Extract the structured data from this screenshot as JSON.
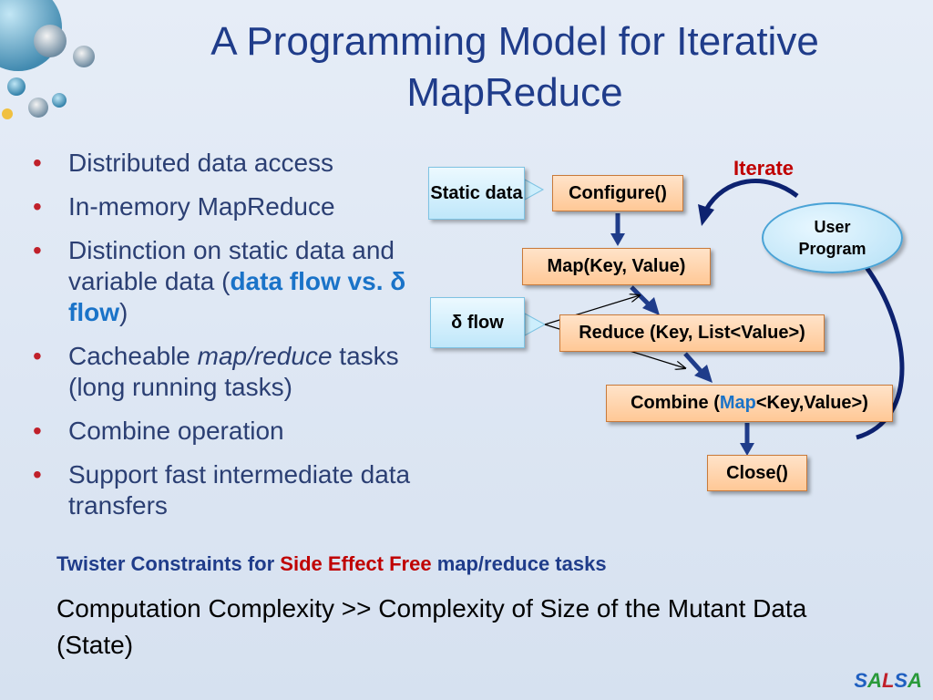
{
  "slide": {
    "title": "A Programming Model for Iterative MapReduce",
    "bullets": [
      {
        "text": "Distributed data access"
      },
      {
        "text": "In-memory MapReduce"
      },
      {
        "pre": "Distinction on static data and variable data (",
        "hl": "data flow vs. δ flow",
        "post": ")"
      },
      {
        "pre": "Cacheable ",
        "em": "map/reduce",
        "post": " tasks (long running tasks)"
      },
      {
        "text": "Combine operation"
      },
      {
        "text": "Support fast intermediate data transfers"
      }
    ],
    "constraints": {
      "part1": "Twister Constraints for ",
      "part2": "Side Effect Free",
      "part3": " map/reduce tasks"
    },
    "complexity": "Computation Complexity >> Complexity of Size of the Mutant Data (State)",
    "logo": {
      "S": "S",
      "A1": "A",
      "L": "L",
      "S2": "S",
      "A2": "A"
    }
  },
  "diagram": {
    "static_data": "Static data",
    "delta_flow": "δ flow",
    "configure": "Configure()",
    "map": "Map(Key, Value)",
    "reduce": "Reduce (Key, List<Value>)",
    "combine_pre": "Combine (",
    "combine_map": "Map",
    "combine_post": "<Key,Value>)",
    "close": "Close()",
    "iterate": "Iterate",
    "user_program": "User Program"
  },
  "colors": {
    "title": "#1f3c8a",
    "bullet": "#c0202a",
    "highlight": "#1a73c8",
    "iterate": "#c00000",
    "arrow": "#1f3c8a"
  }
}
